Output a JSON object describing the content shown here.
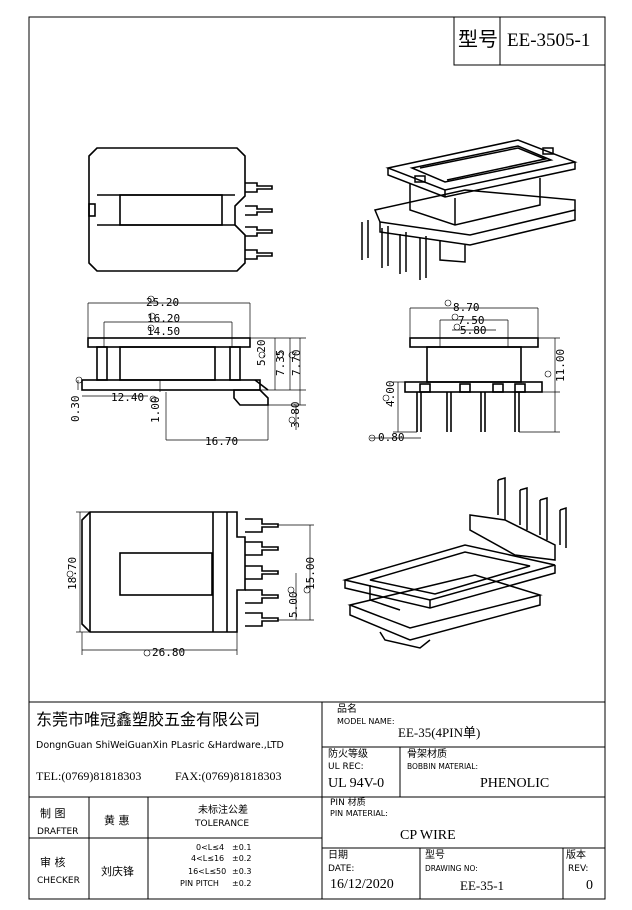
{
  "header": {
    "model_label": "型号",
    "model_value": "EE-3505-1"
  },
  "dims": {
    "top_25_20": "25.20",
    "top_16_20": "16.20",
    "top_14_50": "14.50",
    "side_5_20": "5.20",
    "side_7_35": "7.35",
    "side_7_70": "7.70",
    "left_12_40": "12.40",
    "left_0_30": "0.30",
    "left_1_00": "1.00",
    "bot_16_70": "16.70",
    "bot_3_80": "3.80",
    "r_8_70": "8.70",
    "r_7_50": "7.50",
    "r_5_80": "5.80",
    "r_11_00": "11.00",
    "r_4_00": "4.00",
    "r_0_80": "0.80",
    "p_18_70": "18.70",
    "p_15_00": "15.00",
    "p_5_00": "5.00",
    "p_26_80": "26.80"
  },
  "title_block": {
    "company_cn": "东莞市唯冠鑫塑胶五金有限公司",
    "company_en": "DongnGuan ShiWeiGuanXin PLasric &Hardware.,LTD",
    "tel": "TEL:(0769)81818303",
    "fax": "FAX:(0769)81818303",
    "model_name_cn": "品名",
    "model_name_en": "MODEL NAME:",
    "model_name_value": "EE-35(4PIN单)",
    "ul_cn": "防火等级",
    "ul_en": "UL REC:",
    "ul_value": "UL 94V-0",
    "bobbin_cn": "骨架材质",
    "bobbin_en": "BOBBIN MATERIAL:",
    "bobbin_value": "PHENOLIC",
    "drafter_cn": "制  图",
    "drafter_en": "DRAFTER",
    "drafter_name": "黄 惠",
    "checker_cn": "审  核",
    "checker_en": "CHECKER",
    "checker_name": "刘庆锋",
    "tolerance_cn": "未标注公差",
    "tolerance_en": "TOLERANCE",
    "tol_rows": [
      {
        "range": "0<L≤4",
        "value": "±0.1"
      },
      {
        "range": "4<L≤16",
        "value": "±0.2"
      },
      {
        "range": "16<L≤50",
        "value": "±0.3"
      },
      {
        "range": "PIN PITCH",
        "value": "±0.2"
      }
    ],
    "pin_cn": "PIN 材质",
    "pin_en": "PIN MATERIAL:",
    "pin_value": "CP WIRE",
    "date_cn": "日期",
    "date_en": "DATE:",
    "date_value": "16/12/2020",
    "drawing_cn": "型号",
    "drawing_en": "DRAWING NO:",
    "drawing_value": "EE-35-1",
    "rev_cn": "版本",
    "rev_en": "REV:",
    "rev_value": "0"
  }
}
